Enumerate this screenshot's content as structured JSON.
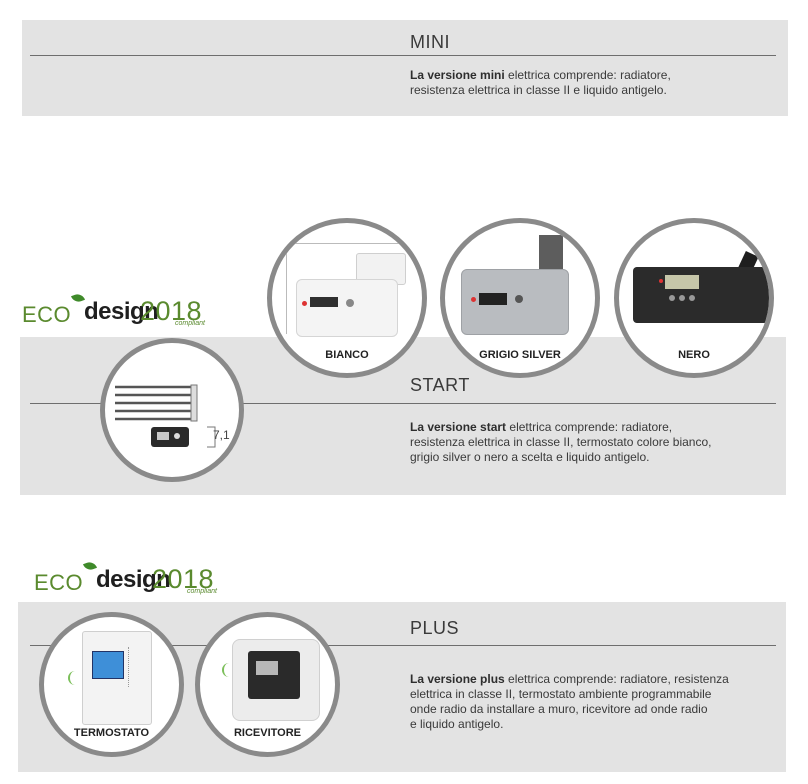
{
  "mini": {
    "title": "MINI",
    "desc_bold": "La versione mini",
    "desc_lines": [
      "elettrica comprende: radiatore,",
      "resistenza elettrica in classe II e liquido antigelo."
    ]
  },
  "start": {
    "title": "START",
    "desc_bold": "La versione start",
    "desc_lines": [
      "elettrica comprende: radiatore,",
      "resistenza elettrica in classe II, termostato colore bianco,",
      "grigio silver o nero a scelta e liquido antigelo."
    ],
    "dimension_label": "7,1",
    "variants": [
      {
        "label": "BIANCO",
        "color": "#eeeeee"
      },
      {
        "label": "GRIGIO SILVER",
        "color": "#b9bcc0"
      },
      {
        "label": "NERO",
        "color": "#2b2b2b"
      }
    ]
  },
  "plus": {
    "title": "PLUS",
    "desc_bold": "La versione plus",
    "desc_lines": [
      "elettrica comprende: radiatore, resistenza",
      "elettrica in classe II, termostato ambiente programmabile",
      "onde radio da installare a muro, ricevitore ad onde radio",
      "e liquido antigelo."
    ],
    "devices": [
      {
        "label": "TERMOSTATO"
      },
      {
        "label": "RICEVITORE"
      }
    ]
  },
  "ecodesign": {
    "eco": "ECO",
    "design": "design",
    "year": "2018",
    "compliant": "compliant"
  },
  "colors": {
    "band": "#e3e3e3",
    "ecodesign_green": "#5a8a2e",
    "circle_border": "#8a8a8a"
  }
}
